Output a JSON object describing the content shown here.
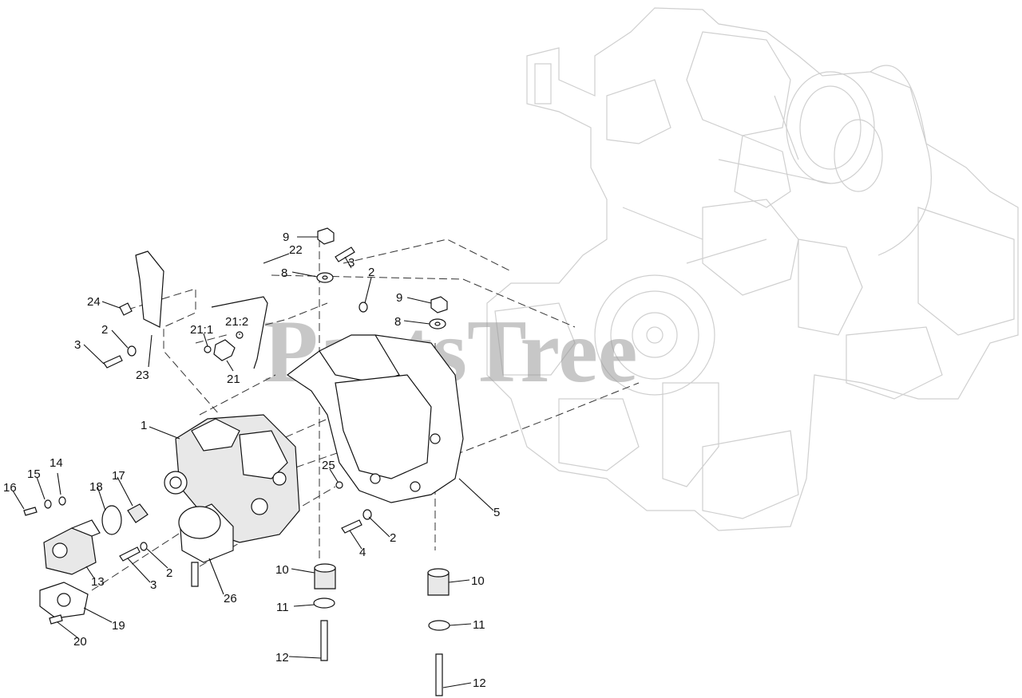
{
  "watermark": "PartsTree",
  "callouts": [
    {
      "id": "c9a",
      "label": "9"
    },
    {
      "id": "c8a",
      "label": "8"
    },
    {
      "id": "c3a",
      "label": "3"
    },
    {
      "id": "c2a",
      "label": "2"
    },
    {
      "id": "c9b",
      "label": "9"
    },
    {
      "id": "c8b",
      "label": "8"
    },
    {
      "id": "c24",
      "label": "24"
    },
    {
      "id": "c22",
      "label": "22"
    },
    {
      "id": "c2b",
      "label": "2"
    },
    {
      "id": "c211",
      "label": "21:1"
    },
    {
      "id": "c212",
      "label": "21:2"
    },
    {
      "id": "c3b",
      "label": "3"
    },
    {
      "id": "c23",
      "label": "23"
    },
    {
      "id": "c21",
      "label": "21"
    },
    {
      "id": "c1",
      "label": "1"
    },
    {
      "id": "c14",
      "label": "14"
    },
    {
      "id": "c15",
      "label": "15"
    },
    {
      "id": "c17",
      "label": "17"
    },
    {
      "id": "c16",
      "label": "16"
    },
    {
      "id": "c18",
      "label": "18"
    },
    {
      "id": "c25",
      "label": "25"
    },
    {
      "id": "c5",
      "label": "5"
    },
    {
      "id": "c2c",
      "label": "2"
    },
    {
      "id": "c4",
      "label": "4"
    },
    {
      "id": "c2d",
      "label": "2"
    },
    {
      "id": "c13",
      "label": "13"
    },
    {
      "id": "c3c",
      "label": "3"
    },
    {
      "id": "c10a",
      "label": "10"
    },
    {
      "id": "c10b",
      "label": "10"
    },
    {
      "id": "c26",
      "label": "26"
    },
    {
      "id": "c11a",
      "label": "11"
    },
    {
      "id": "c11b",
      "label": "11"
    },
    {
      "id": "c19",
      "label": "19"
    },
    {
      "id": "c20",
      "label": "20"
    },
    {
      "id": "c12a",
      "label": "12"
    },
    {
      "id": "c12b",
      "label": "12"
    }
  ]
}
